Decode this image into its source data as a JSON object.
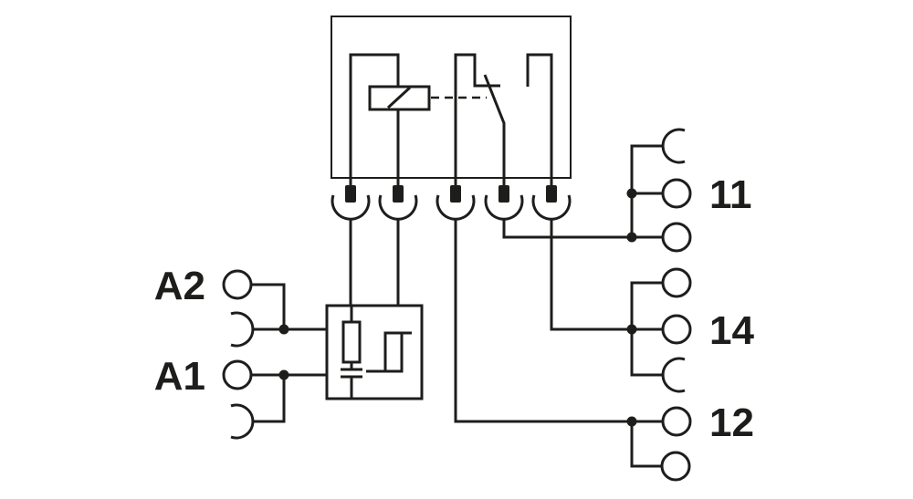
{
  "colors": {
    "line": "#1d1d1b",
    "background": "#ffffff"
  },
  "labels": {
    "coil_a2": "A2",
    "coil_a1": "A1",
    "contact_11": "11",
    "contact_14": "14",
    "contact_12": "12"
  }
}
